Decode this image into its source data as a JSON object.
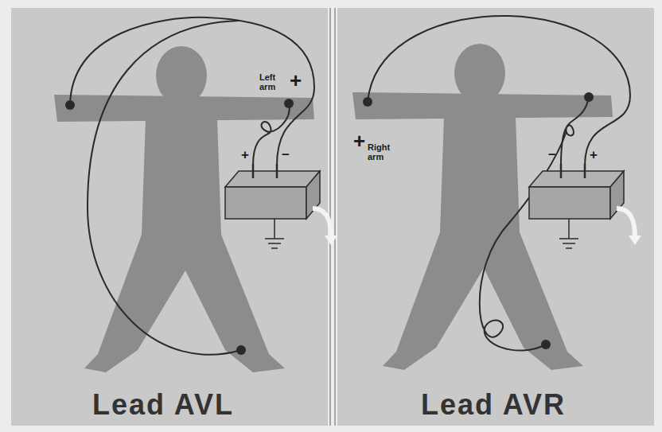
{
  "diagram": {
    "labels": [
      "Left arm",
      "+",
      "+",
      "−",
      "Lead AVL",
      "+",
      "Right arm",
      "−",
      "+",
      "Lead AVR"
    ]
  }
}
